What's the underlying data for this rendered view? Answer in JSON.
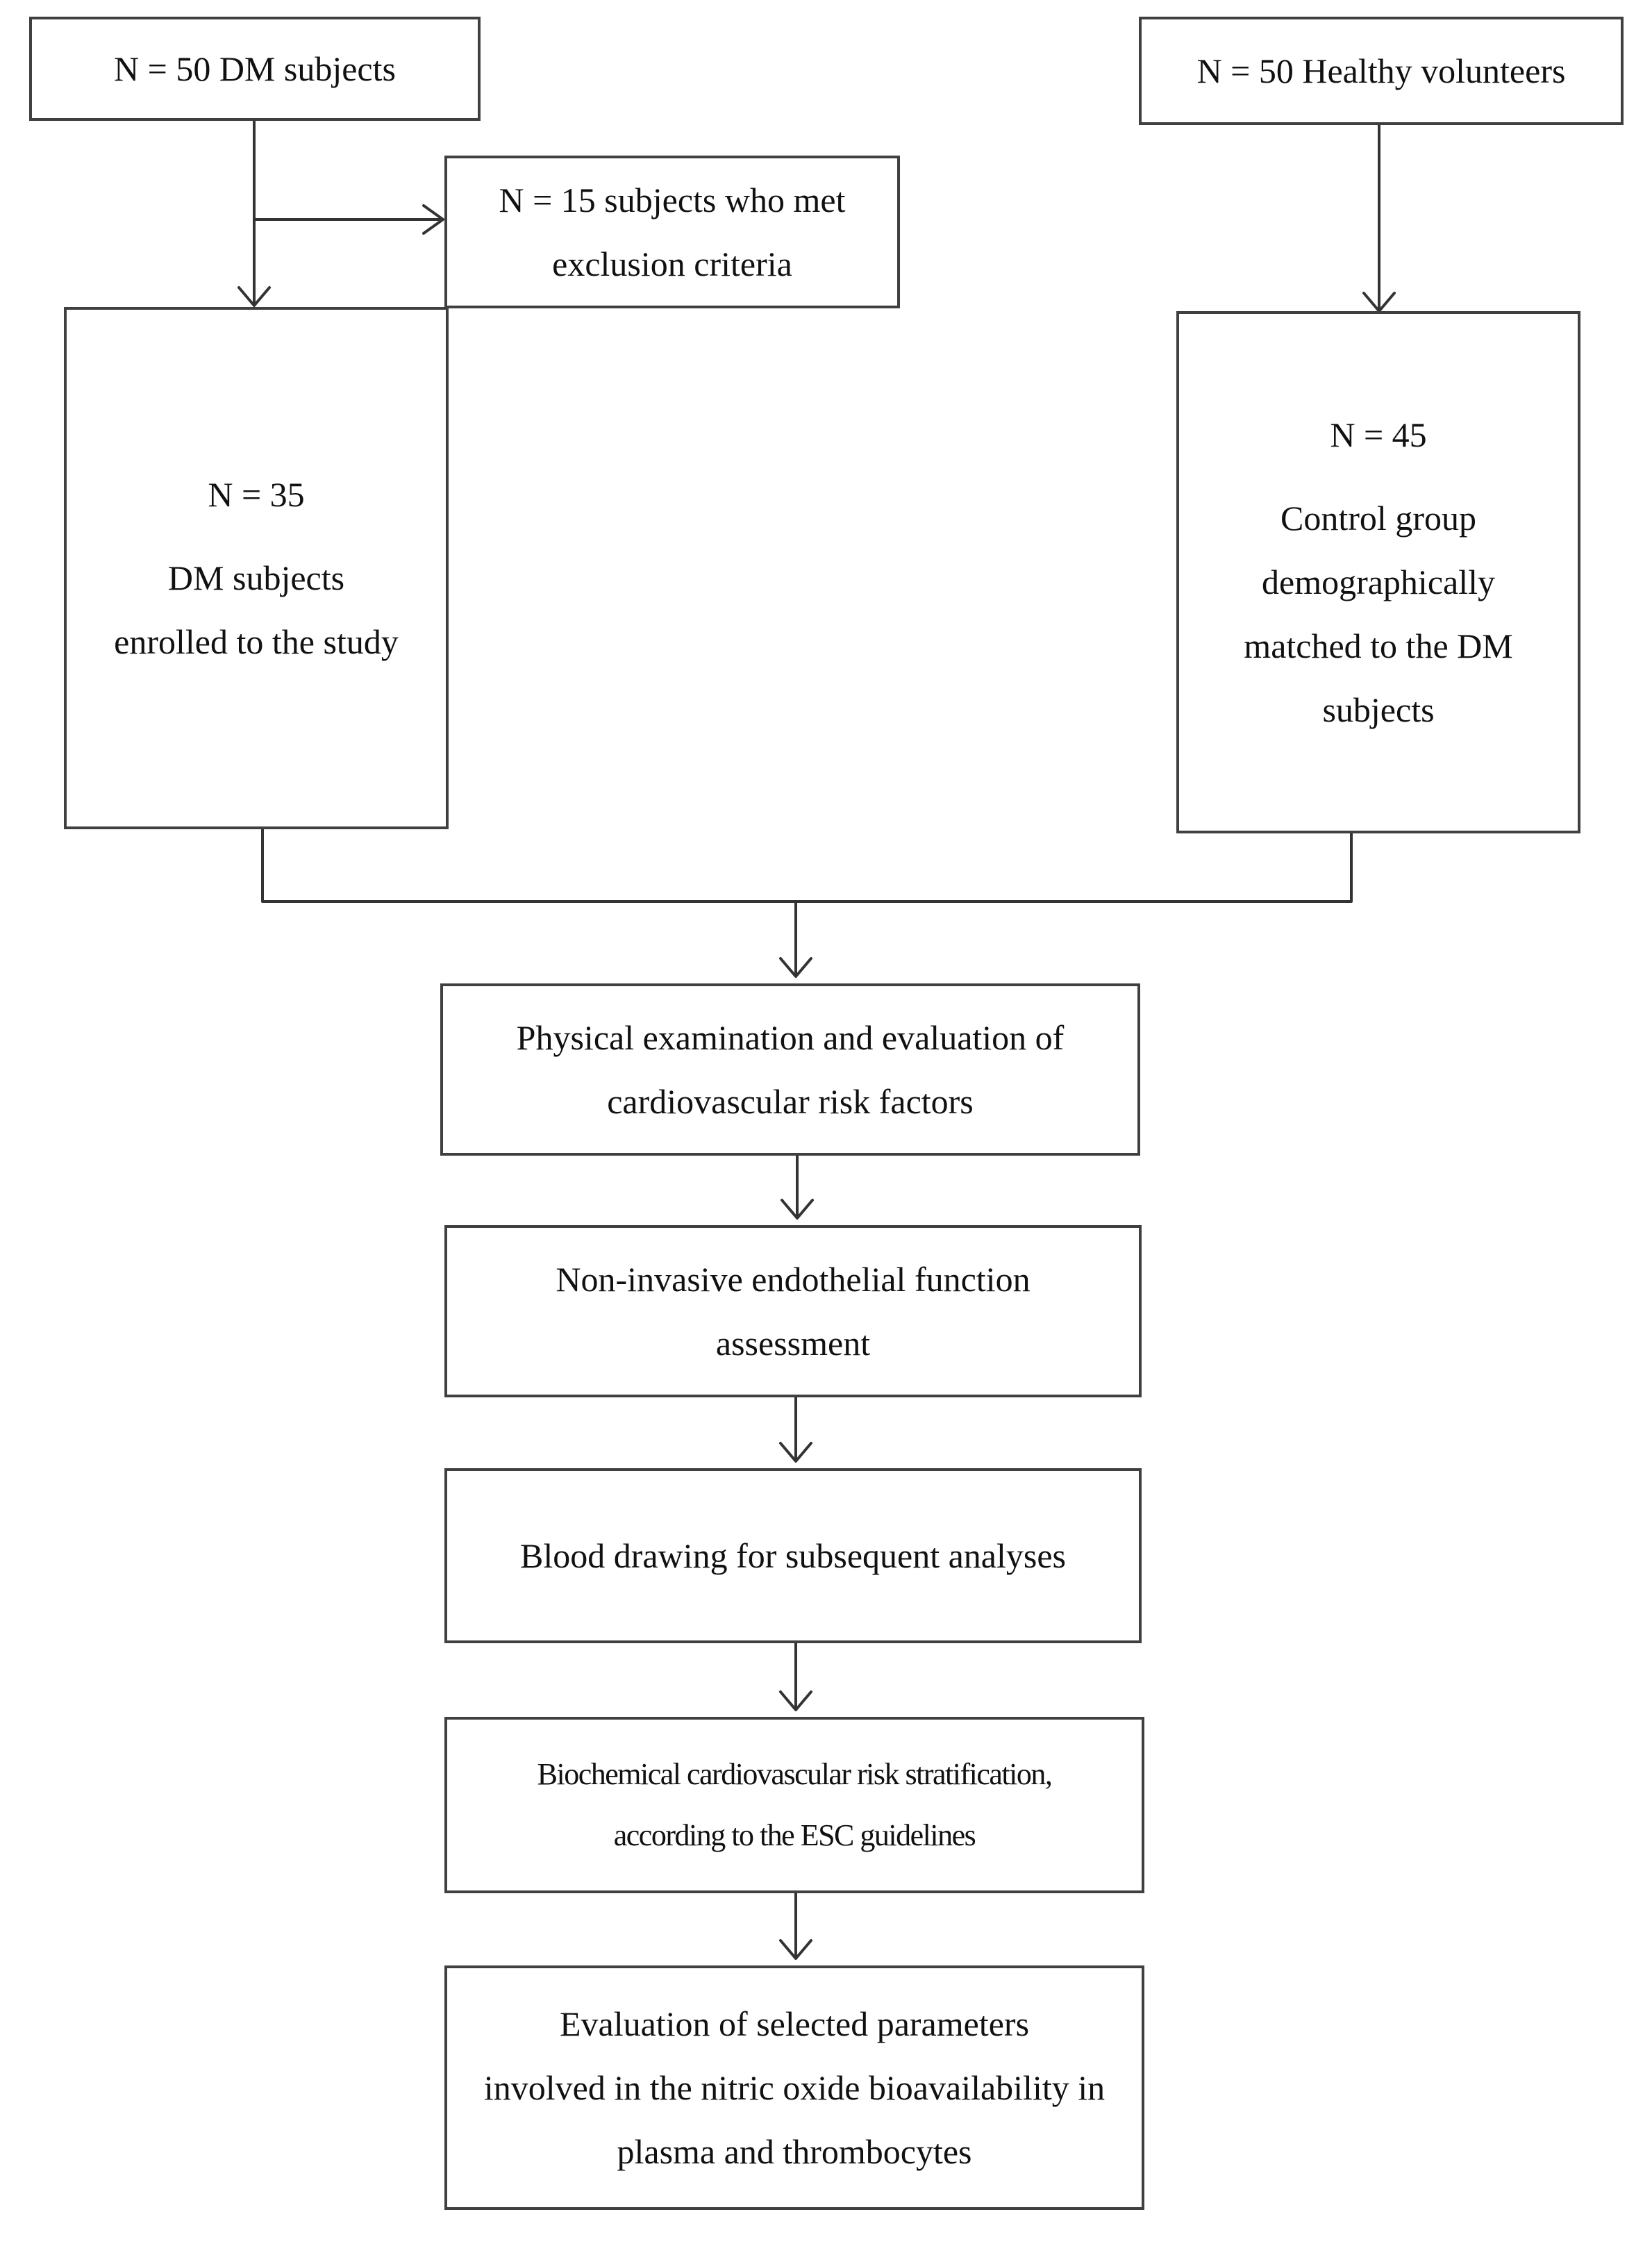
{
  "diagram": {
    "dm_total": "N = 50 DM subjects",
    "healthy_total": "N = 50 Healthy volunteers",
    "excluded": {
      "line1": "N = 15 subjects who met",
      "line2": "exclusion criteria"
    },
    "dm_enrolled": {
      "count": "N = 35",
      "line1": "DM subjects",
      "line2": "enrolled to the study"
    },
    "control": {
      "count": "N = 45",
      "line1": "Control group",
      "line2": "demographically",
      "line3": "matched to the DM",
      "line4": "subjects"
    },
    "steps": {
      "physical": {
        "line1": "Physical examination and evaluation of",
        "line2": "cardiovascular risk factors"
      },
      "endothelial": {
        "line1": "Non-invasive endothelial function",
        "line2": "assessment"
      },
      "blood": {
        "line1": "Blood drawing for subsequent analyses"
      },
      "biochemical": {
        "line1": "Biochemical cardiovascular risk stratification,",
        "line2": "according to the ESC guidelines"
      },
      "evaluation": {
        "line1": "Evaluation of selected parameters",
        "line2": "involved in the nitric oxide bioavailability in",
        "line3": "plasma and thrombocytes"
      }
    }
  }
}
